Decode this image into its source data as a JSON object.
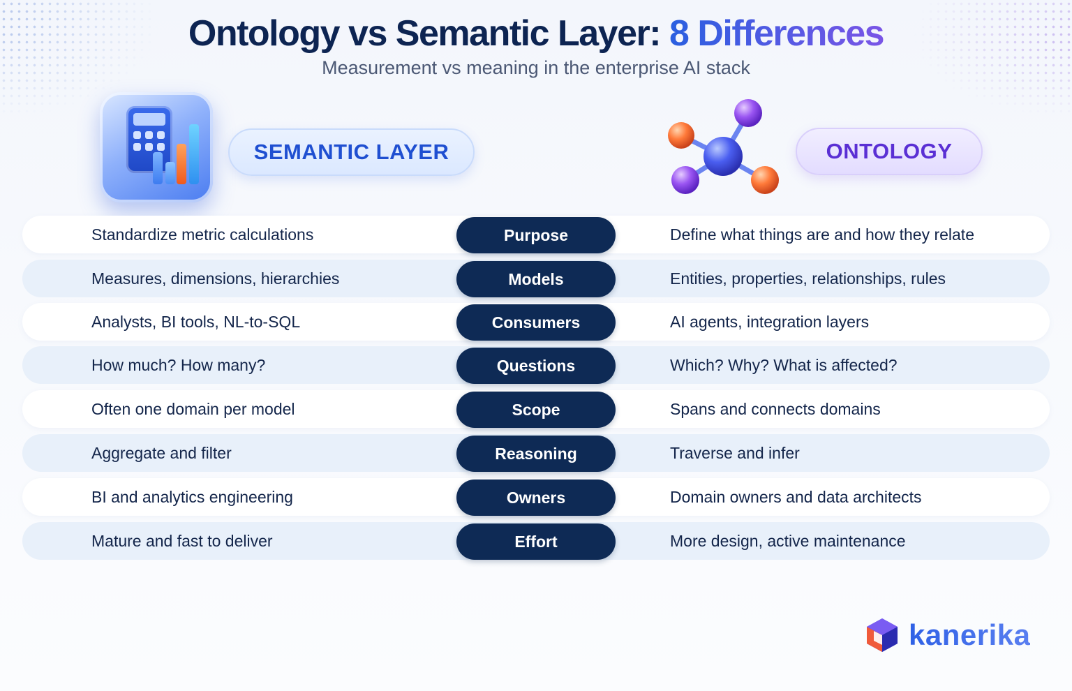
{
  "header": {
    "title_main": "Ontology vs Semantic Layer: ",
    "title_accent": "8 Differences",
    "subtitle": "Measurement vs meaning in the enterprise AI stack"
  },
  "columns": {
    "left_label": "SEMANTIC LAYER",
    "right_label": "ONTOLOGY",
    "left_icon": "calculator-chart-icon",
    "right_icon": "molecule-network-icon"
  },
  "rows": [
    {
      "category": "Purpose",
      "left": "Standardize metric calculations",
      "right": "Define what things are and how they relate"
    },
    {
      "category": "Models",
      "left": "Measures, dimensions, hierarchies",
      "right": "Entities, properties, relationships, rules"
    },
    {
      "category": "Consumers",
      "left": "Analysts, BI tools, NL-to-SQL",
      "right": "AI agents, integration layers"
    },
    {
      "category": "Questions",
      "left": "How much? How many?",
      "right": "Which? Why? What is affected?"
    },
    {
      "category": "Scope",
      "left": "Often one domain per model",
      "right": "Spans and connects domains"
    },
    {
      "category": "Reasoning",
      "left": "Aggregate and filter",
      "right": "Traverse and infer"
    },
    {
      "category": "Owners",
      "left": "BI and analytics engineering",
      "right": "Domain owners and data architects"
    },
    {
      "category": "Effort",
      "left": "Mature and fast to deliver",
      "right": "More design, active maintenance"
    }
  ],
  "brand": {
    "name": "kanerika",
    "logo_icon": "cube-logo-icon"
  },
  "colors": {
    "navy": "#0e2a55",
    "semantic_blue": "#1f4fd1",
    "ontology_purple": "#5a2fd4"
  }
}
